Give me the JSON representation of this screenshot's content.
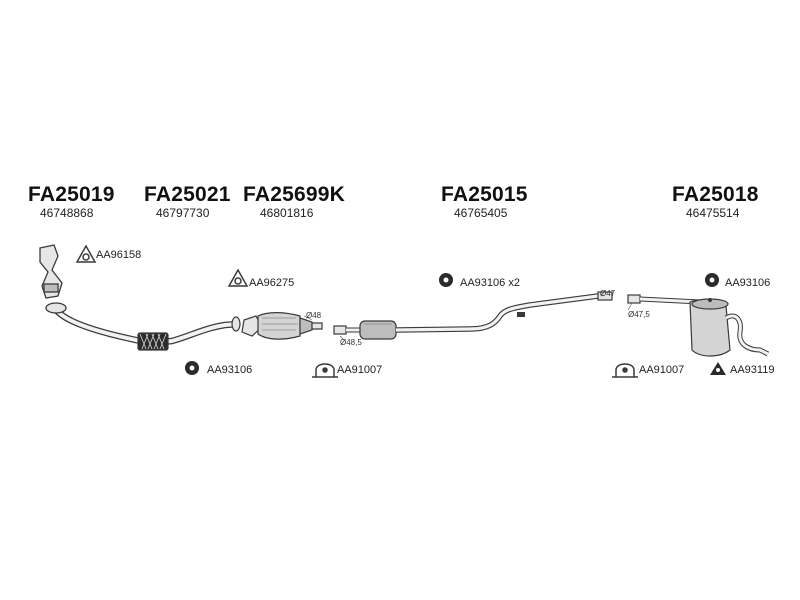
{
  "parts": [
    {
      "code": "FA25019",
      "number": "46748868"
    },
    {
      "code": "FA25021",
      "number": "46797730"
    },
    {
      "code": "FA25699K",
      "number": "46801816"
    },
    {
      "code": "FA25015",
      "number": "46765405"
    },
    {
      "code": "FA25018",
      "number": "46475514"
    }
  ],
  "accessories": {
    "gasket_front": "AA96158",
    "gasket_cat": "AA96275",
    "hanger_front": "AA93106",
    "clamp_mid": "AA91007",
    "hanger_mid": "AA93106 x2",
    "clamp_rear": "AA91007",
    "hanger_rear_top": "AA93106",
    "hanger_rear_bottom": "AA93119"
  },
  "dimensions": {
    "cat_outlet": "Ø48",
    "mid_inlet": "Ø48,5",
    "mid_outlet": "Ø47",
    "rear_inlet": "Ø47,5"
  },
  "colors": {
    "line": "#3a3a3a",
    "fill_light": "#e6e6e6",
    "fill_mid": "#bdbdbd",
    "fill_dark": "#2b2b2b"
  },
  "icons": {
    "gasket": "triangle-gasket-icon",
    "hanger": "rubber-hanger-icon",
    "clamp": "u-clamp-icon"
  }
}
